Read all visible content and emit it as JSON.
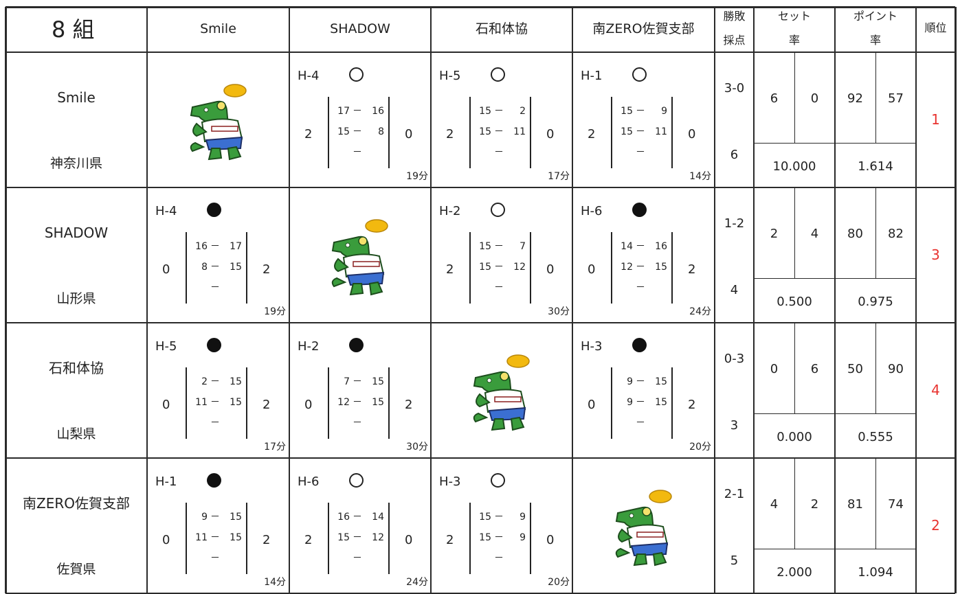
{
  "title": "8 組",
  "headers": {
    "teams": [
      "Smile",
      "SHADOW",
      "石和体協",
      "南ZERO佐賀支部"
    ],
    "win_loss_1": "勝敗",
    "win_loss_2": "採点",
    "set_1": "セット",
    "set_2": "率",
    "point_1": "ポイント",
    "point_2": "率",
    "rank": "順位"
  },
  "result_icons": {
    "won": "open-circle-icon",
    "lost": "filled-circle-icon"
  },
  "mascot_icon": "green-mascot-icon",
  "rank_color": "#e8322f",
  "rows": [
    {
      "team": "Smile",
      "pref": "神奈川県",
      "matches": [
        null,
        {
          "code": "H-4",
          "result": "won",
          "left": "2",
          "right": "0",
          "scores": [
            [
              "17",
              "16"
            ],
            [
              "15",
              "8"
            ],
            [
              "",
              ""
            ]
          ],
          "duration": "19分"
        },
        {
          "code": "H-5",
          "result": "won",
          "left": "2",
          "right": "0",
          "scores": [
            [
              "15",
              "2"
            ],
            [
              "15",
              "11"
            ],
            [
              "",
              ""
            ]
          ],
          "duration": "17分"
        },
        {
          "code": "H-1",
          "result": "won",
          "left": "2",
          "right": "0",
          "scores": [
            [
              "15",
              "9"
            ],
            [
              "15",
              "11"
            ],
            [
              "",
              ""
            ]
          ],
          "duration": "14分"
        }
      ],
      "record": "3-0",
      "points": "6",
      "sets_won": "6",
      "sets_lost": "0",
      "set_ratio": "10.000",
      "pts_for": "92",
      "pts_against": "57",
      "pt_ratio": "1.614",
      "rank": "1"
    },
    {
      "team": "SHADOW",
      "pref": "山形県",
      "matches": [
        {
          "code": "H-4",
          "result": "lost",
          "left": "0",
          "right": "2",
          "scores": [
            [
              "16",
              "17"
            ],
            [
              "8",
              "15"
            ],
            [
              "",
              ""
            ]
          ],
          "duration": "19分"
        },
        null,
        {
          "code": "H-2",
          "result": "won",
          "left": "2",
          "right": "0",
          "scores": [
            [
              "15",
              "7"
            ],
            [
              "15",
              "12"
            ],
            [
              "",
              ""
            ]
          ],
          "duration": "30分"
        },
        {
          "code": "H-6",
          "result": "lost",
          "left": "0",
          "right": "2",
          "scores": [
            [
              "14",
              "16"
            ],
            [
              "12",
              "15"
            ],
            [
              "",
              ""
            ]
          ],
          "duration": "24分"
        }
      ],
      "record": "1-2",
      "points": "4",
      "sets_won": "2",
      "sets_lost": "4",
      "set_ratio": "0.500",
      "pts_for": "80",
      "pts_against": "82",
      "pt_ratio": "0.975",
      "rank": "3"
    },
    {
      "team": "石和体協",
      "pref": "山梨県",
      "matches": [
        {
          "code": "H-5",
          "result": "lost",
          "left": "0",
          "right": "2",
          "scores": [
            [
              "2",
              "15"
            ],
            [
              "11",
              "15"
            ],
            [
              "",
              ""
            ]
          ],
          "duration": "17分"
        },
        {
          "code": "H-2",
          "result": "lost",
          "left": "0",
          "right": "2",
          "scores": [
            [
              "7",
              "15"
            ],
            [
              "12",
              "15"
            ],
            [
              "",
              ""
            ]
          ],
          "duration": "30分"
        },
        null,
        {
          "code": "H-3",
          "result": "lost",
          "left": "0",
          "right": "2",
          "scores": [
            [
              "9",
              "15"
            ],
            [
              "9",
              "15"
            ],
            [
              "",
              ""
            ]
          ],
          "duration": "20分"
        }
      ],
      "record": "0-3",
      "points": "3",
      "sets_won": "0",
      "sets_lost": "6",
      "set_ratio": "0.000",
      "pts_for": "50",
      "pts_against": "90",
      "pt_ratio": "0.555",
      "rank": "4"
    },
    {
      "team": "南ZERO佐賀支部",
      "pref": "佐賀県",
      "matches": [
        {
          "code": "H-1",
          "result": "lost",
          "left": "0",
          "right": "2",
          "scores": [
            [
              "9",
              "15"
            ],
            [
              "11",
              "15"
            ],
            [
              "",
              ""
            ]
          ],
          "duration": "14分"
        },
        {
          "code": "H-6",
          "result": "won",
          "left": "2",
          "right": "0",
          "scores": [
            [
              "16",
              "14"
            ],
            [
              "15",
              "12"
            ],
            [
              "",
              ""
            ]
          ],
          "duration": "24分"
        },
        {
          "code": "H-3",
          "result": "won",
          "left": "2",
          "right": "0",
          "scores": [
            [
              "15",
              "9"
            ],
            [
              "15",
              "9"
            ],
            [
              "",
              ""
            ]
          ],
          "duration": "20分"
        },
        null
      ],
      "record": "2-1",
      "points": "5",
      "sets_won": "4",
      "sets_lost": "2",
      "set_ratio": "2.000",
      "pts_for": "81",
      "pts_against": "74",
      "pt_ratio": "1.094",
      "rank": "2"
    }
  ]
}
